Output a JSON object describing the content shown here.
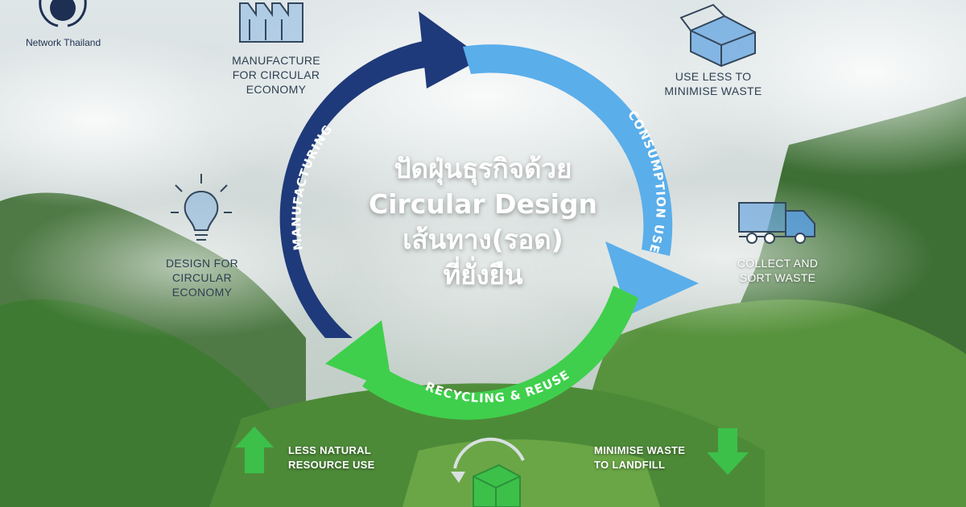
{
  "org": {
    "network_label": "Network Thailand",
    "logo_icon": "globe-laurel-icon"
  },
  "title_lines": [
    "ปัดฝุ่นธุรกิจด้วย",
    "Circular Design",
    "เส้นทาง(รอด)",
    "ที่ยั่งยืน"
  ],
  "cycle": {
    "manufacturing": "MANUFACTURING",
    "consumption": "CONSUMPTION USE",
    "recycling": "RECYCLING & REUSE"
  },
  "stages": {
    "manufacture": "MANUFACTURE\nFOR CIRCULAR\nECONOMY",
    "use_less": "USE LESS TO\nMINIMISE WASTE",
    "collect": "COLLECT AND\nSORT WASTE",
    "design": "DESIGN FOR\nCIRCULAR\nECONOMY"
  },
  "outcomes": {
    "less_resource": "LESS NATURAL\nRESOURCE USE",
    "minimise_landfill": "MINIMISE WASTE\nTO LANDFILL"
  },
  "colors": {
    "manufacturing_arc": "#1f3a7a",
    "consumption_arc": "#5aaeea",
    "recycling_arc": "#3fcf4c",
    "icon_stroke": "#33475b",
    "icon_fill": "#5b9fe0",
    "arrow_green": "#3cc04a"
  },
  "icons": [
    "factory-icon",
    "box-icon",
    "lightbulb-icon",
    "truck-icon",
    "arrow-up-icon",
    "arrow-down-icon",
    "recycle-box-icon"
  ]
}
